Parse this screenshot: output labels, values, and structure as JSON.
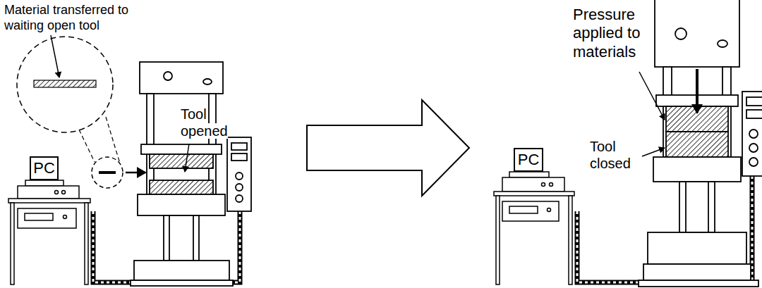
{
  "diagram": {
    "nodes": [
      {
        "text": [
          "PC"
        ]
      },
      {
        "text": [
          "PC"
        ]
      }
    ],
    "labels": [
      "Material transferred to waiting open tool",
      "Tool opened",
      "Pressure applied to materials",
      "Tool closed"
    ]
  }
}
